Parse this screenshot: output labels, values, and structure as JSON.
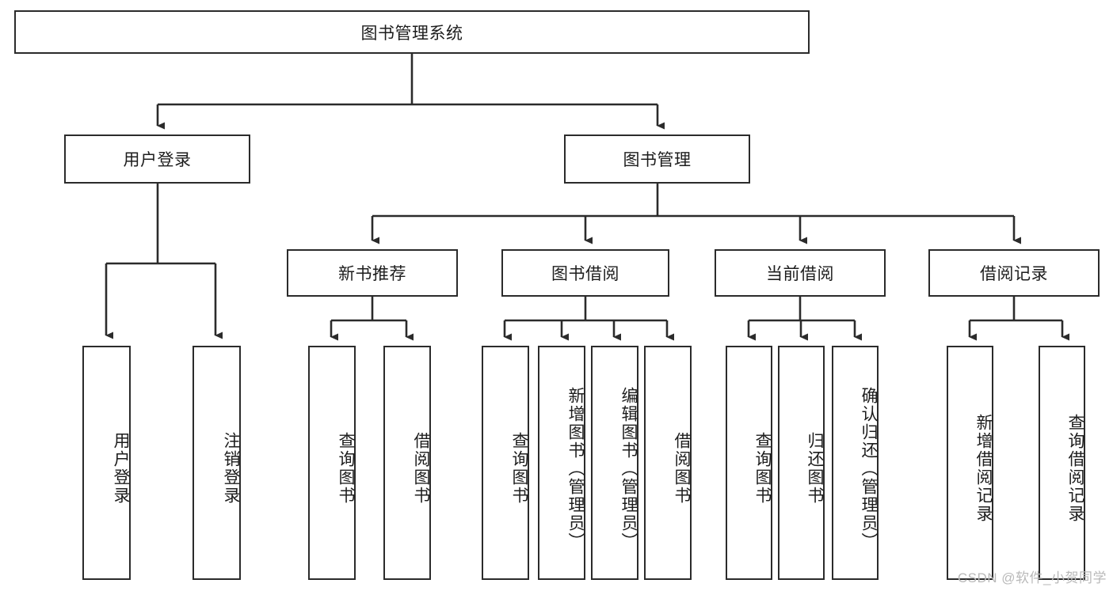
{
  "diagram": {
    "type": "tree",
    "title": "图书管理系统",
    "watermark": "CSDN @软件_小贺同学",
    "colors": {
      "box_border": "#2b2b2b",
      "box_fill": "#ffffff",
      "connector": "#2b2b2b",
      "background": "#ffffff",
      "watermark": "#b9b9b9"
    },
    "nodes": {
      "root": {
        "label": "图书管理系统"
      },
      "level2": [
        {
          "id": "user-login",
          "label": "用户登录"
        },
        {
          "id": "book-manage",
          "label": "图书管理"
        }
      ],
      "level3": [
        {
          "id": "new-book-recommend",
          "label": "新书推荐"
        },
        {
          "id": "book-borrow",
          "label": "图书借阅"
        },
        {
          "id": "current-borrow",
          "label": "当前借阅"
        },
        {
          "id": "borrow-record",
          "label": "借阅记录"
        }
      ],
      "leaves": {
        "user-login": [
          {
            "id": "leaf-user-login",
            "label": "用户登录"
          },
          {
            "id": "leaf-user-logout",
            "label": "注销登录"
          }
        ],
        "new-book-recommend": [
          {
            "id": "leaf-query-book-1",
            "label": "查询图书"
          },
          {
            "id": "leaf-borrow-book-1",
            "label": "借阅图书"
          }
        ],
        "book-borrow": [
          {
            "id": "leaf-query-book-2",
            "label": "查询图书"
          },
          {
            "id": "leaf-add-book",
            "label": "新增图书（管理员）"
          },
          {
            "id": "leaf-edit-book",
            "label": "编辑图书（管理员）"
          },
          {
            "id": "leaf-borrow-book-2",
            "label": "借阅图书"
          }
        ],
        "current-borrow": [
          {
            "id": "leaf-query-book-3",
            "label": "查询图书"
          },
          {
            "id": "leaf-return-book",
            "label": "归还图书"
          },
          {
            "id": "leaf-confirm-return",
            "label": "确认归还（管理员）"
          }
        ],
        "borrow-record": [
          {
            "id": "leaf-add-record",
            "label": "新增借阅记录"
          },
          {
            "id": "leaf-query-record",
            "label": "查询借阅记录"
          }
        ]
      }
    }
  }
}
